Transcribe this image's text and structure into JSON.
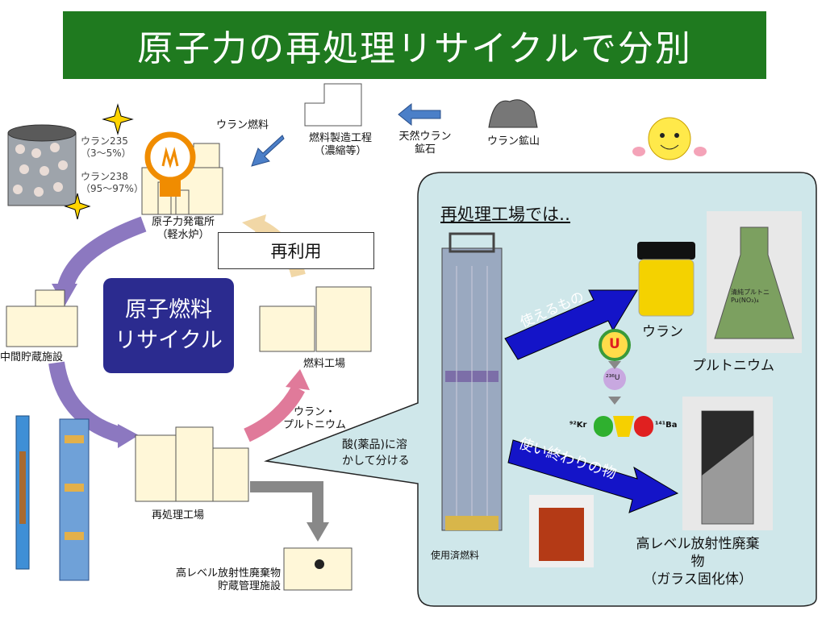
{
  "title": "原子力の再処理リサイクルで分別",
  "cycle": {
    "uranium_fuel": "ウラン燃料",
    "fuel_manufacturing": [
      "燃料製造工程",
      "（濃縮等）"
    ],
    "natural_uranium_ore": [
      "天然ウラン",
      "鉱石"
    ],
    "uranium_mine": "ウラン鉱山",
    "u235": [
      "ウラン235",
      "（3～5%）"
    ],
    "u238": [
      "ウラン238",
      "（95～97%）"
    ],
    "power_plant": [
      "原子力発電所",
      "（軽水炉）"
    ],
    "reuse": "再利用",
    "interim_storage": "中間貯蔵施設",
    "cycle_label": [
      "原子燃料",
      "リサイクル"
    ],
    "fuel_factory": "燃料工場",
    "uranium_plutonium": [
      "ウラン・",
      "プルトニウム"
    ],
    "reprocessing_plant": "再処理工場",
    "hlw_storage": [
      "高レベル放射性廃棄物",
      "貯蔵管理施設"
    ]
  },
  "callout": {
    "title": "再処理工場では‥",
    "dissolve": [
      "酸(薬品)に溶",
      "かして分ける"
    ],
    "spent_fuel": "使用済燃料",
    "usable": "使えるもの",
    "uranium": "ウラン",
    "plutonium": "プルトニウム",
    "finished": "使い終わりの物",
    "hlw": [
      "高レベル放射性廃棄",
      "物",
      "（ガラス固化体）"
    ],
    "u_symbol": "U",
    "u236": "²³⁶U",
    "kr": "⁹²Kr",
    "ba": "¹⁴¹Ba",
    "flask_label": [
      "清純プルトニ",
      "Pu(NO₃)₄"
    ]
  },
  "colors": {
    "title_bg": "#1f7a1f",
    "callout_bg": "#cfe7ea",
    "cycle_box": "#2b2b8f",
    "blue_arrow": "#1414c8",
    "purple_arrow": "#8c78c0",
    "pink_arrow": "#e07a9a",
    "bulb": "#f08c00"
  }
}
